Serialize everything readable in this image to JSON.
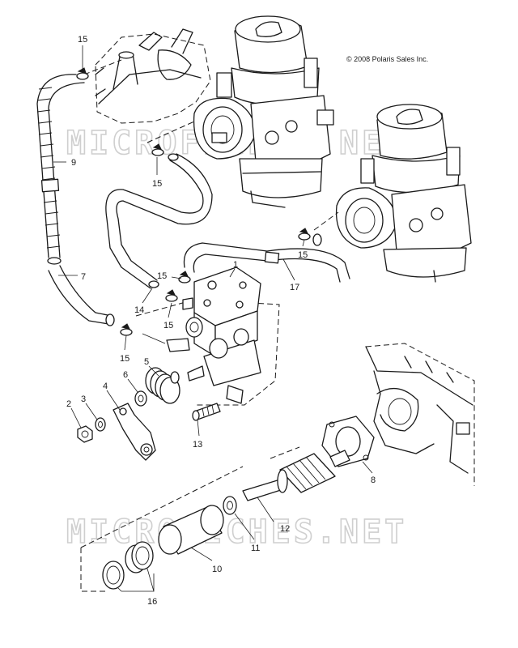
{
  "copyright": "© 2008 Polaris Sales Inc.",
  "watermark": "MICROFICHES.NET",
  "callouts": [
    {
      "id": "c1",
      "label": "1"
    },
    {
      "id": "c2",
      "label": "2"
    },
    {
      "id": "c3",
      "label": "3"
    },
    {
      "id": "c4",
      "label": "4"
    },
    {
      "id": "c5",
      "label": "5"
    },
    {
      "id": "c6",
      "label": "6"
    },
    {
      "id": "c7",
      "label": "7"
    },
    {
      "id": "c8",
      "label": "8"
    },
    {
      "id": "c9",
      "label": "9"
    },
    {
      "id": "c10",
      "label": "10"
    },
    {
      "id": "c11",
      "label": "11"
    },
    {
      "id": "c12",
      "label": "12"
    },
    {
      "id": "c13",
      "label": "13"
    },
    {
      "id": "c14",
      "label": "14"
    },
    {
      "id": "c15a",
      "label": "15"
    },
    {
      "id": "c15b",
      "label": "15"
    },
    {
      "id": "c15c",
      "label": "15"
    },
    {
      "id": "c15d",
      "label": "15"
    },
    {
      "id": "c15e",
      "label": "15"
    },
    {
      "id": "c15f",
      "label": "15"
    },
    {
      "id": "c16",
      "label": "16"
    },
    {
      "id": "c17",
      "label": "17"
    }
  ]
}
